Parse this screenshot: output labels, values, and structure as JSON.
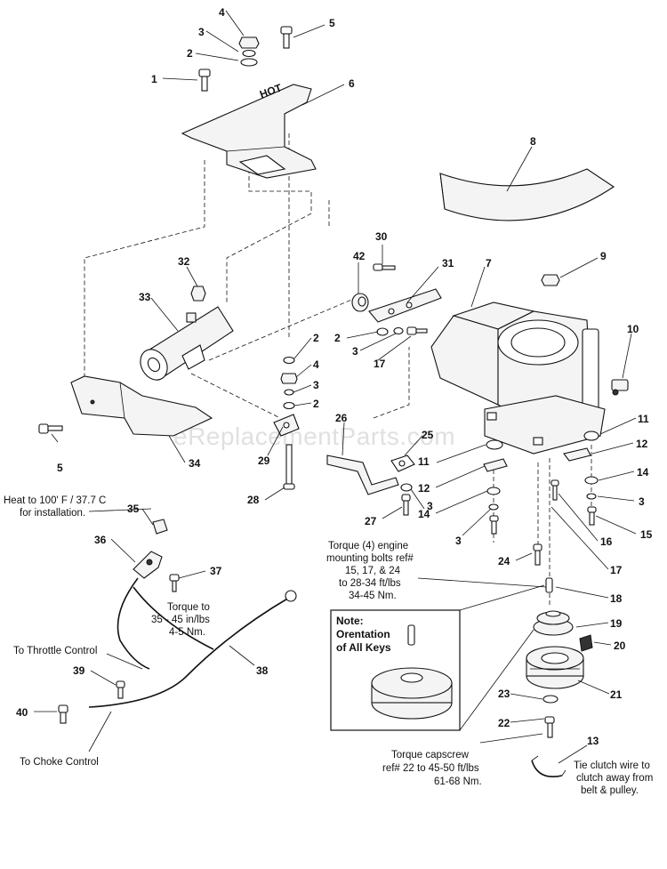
{
  "watermark": "eReplacementParts.com",
  "callouts": [
    "1",
    "2",
    "3",
    "4",
    "5",
    "6",
    "7",
    "8",
    "9",
    "10",
    "11",
    "12",
    "13",
    "14",
    "15",
    "16",
    "17",
    "18",
    "19",
    "20",
    "21",
    "22",
    "23",
    "24",
    "25",
    "26",
    "27",
    "28",
    "29",
    "30",
    "31",
    "32",
    "33",
    "34",
    "35",
    "36",
    "37",
    "38",
    "39",
    "40",
    "42"
  ],
  "repeated_callouts": {
    "two": "2",
    "three": "3",
    "four": "4",
    "five": "5",
    "eleven": "11",
    "twelve": "12",
    "fourteen": "14",
    "seventeen": "17"
  },
  "part_stamp": "HOT",
  "notes": {
    "heat_line1": "Heat to 100' F / 37.7 C",
    "heat_line2": "for installation.",
    "torque_engine_line1": "Torque (4) engine",
    "torque_engine_line2": "mounting bolts ref#",
    "torque_engine_line3": "15, 17, & 24",
    "torque_engine_line4": "to 28-34 ft/lbs",
    "torque_engine_line5": "34-45 Nm.",
    "torque_37_line1": "Torque to",
    "torque_37_line2": "35 - 45 in/lbs",
    "torque_37_line3": "4-5 Nm.",
    "throttle": "To Throttle Control",
    "choke": "To Choke Control",
    "capscrew_line1": "Torque capscrew",
    "capscrew_line2": "ref# 22 to 45-50 ft/lbs",
    "capscrew_line3": "61-68 Nm.",
    "tie_line1": "Tie clutch wire to",
    "tie_line2": "clutch away from",
    "tie_line3": "belt & pulley."
  },
  "inset_note": {
    "title": "Note:",
    "line1": "Orentation",
    "line2": "of All Keys"
  }
}
